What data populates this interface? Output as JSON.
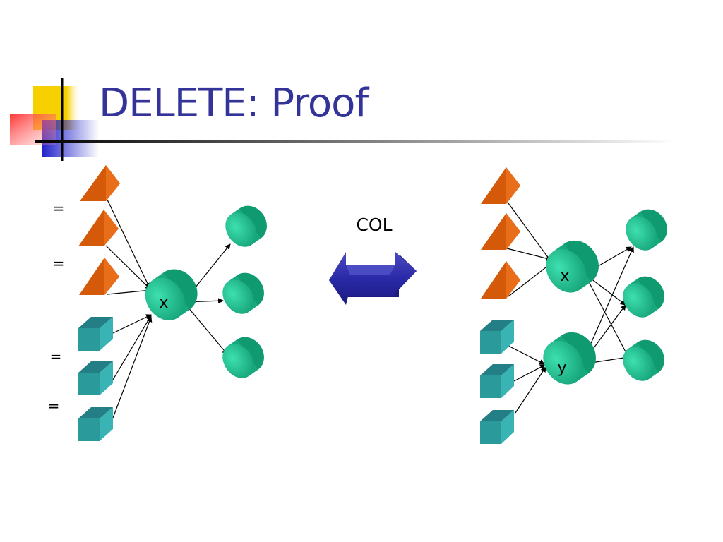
{
  "slide": {
    "title": "DELETE: Proof"
  },
  "left_diagram": {
    "equals_marks": [
      "=",
      "=",
      "=",
      "="
    ],
    "center_node_label": "x"
  },
  "middle": {
    "operation_label": "COL"
  },
  "right_diagram": {
    "node_x_label": "x",
    "node_y_label": "y"
  },
  "colors": {
    "title": "#333399",
    "prism": "#d45a0a",
    "cube": "#2a9a9a",
    "cylinder": "#1fb58a",
    "arrow": "#2e2e9a",
    "logo_yellow": "#f7d000",
    "logo_red": "#ff3333",
    "logo_blue": "#2222cc"
  }
}
